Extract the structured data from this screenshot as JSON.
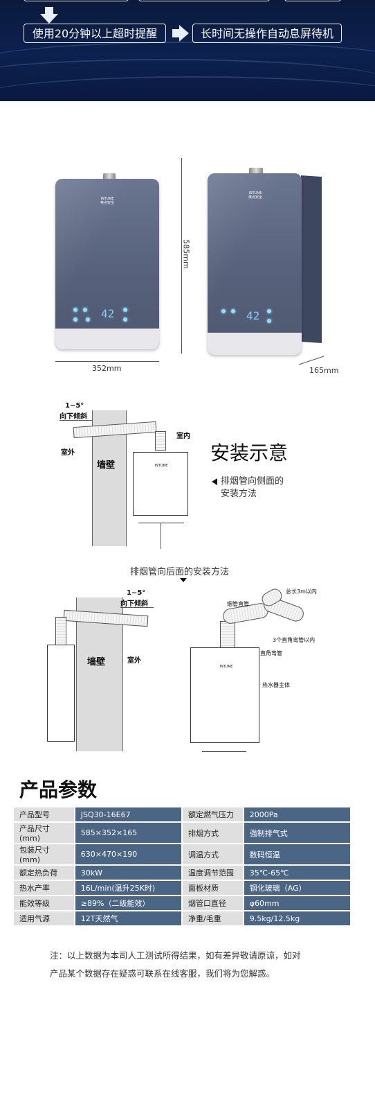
{
  "banner": {
    "left_text": "使用20分钟以上超时提醒",
    "right_text": "长时间无操作自动息屏待机"
  },
  "product": {
    "brand": "INTUNE",
    "brand_sub": "英点安全",
    "display_digits": "42",
    "height_label": "585mm",
    "width_label": "352mm",
    "depth_label": "165mm"
  },
  "install_side": {
    "title": "安装示意",
    "slope_line1": "1~5°",
    "slope_line2": "向下倾斜",
    "indoor": "室内",
    "outdoor": "室外",
    "wall": "墙壁",
    "subtitle_line1": "排烟管向侧面的",
    "subtitle_line2": "安装方法"
  },
  "install_back": {
    "title": "排烟管向后面的安装方法",
    "slope_line1": "1~5°",
    "slope_line2": "向下倾斜",
    "wall": "墙壁",
    "outdoor": "室外",
    "flue_straight": "烟管直管",
    "total_length": "总长3m以内",
    "elbow_count": "3个直角弯管以内",
    "elbow": "直角弯管",
    "heater_body": "热水器主体"
  },
  "params": {
    "title": "产品参数",
    "rows": [
      [
        "产品型号",
        "JSQ30-16E67",
        "额定燃气压力",
        "2000Pa"
      ],
      [
        "产品尺寸(mm)",
        "585×352×165",
        "排烟方式",
        "强制排气式"
      ],
      [
        "包装尺寸(mm)",
        "630×470×190",
        "调温方式",
        "数码恒温"
      ],
      [
        "额定热负荷",
        "30kW",
        "温度调节范围",
        "35℃-65℃"
      ],
      [
        "热水产率",
        "16L/min(温升25K时)",
        "面板材质",
        "钢化玻璃（AG）"
      ],
      [
        "能效等级",
        "≥89%（二级能效）",
        "烟管口直径",
        "φ60mm"
      ],
      [
        "适用气源",
        "12T天然气",
        "净重/毛重",
        "9.5kg/12.5kg"
      ]
    ]
  },
  "note": {
    "line1": "注：以上数据为本司人工测试所得结果，如有差异敬请原谅，如对",
    "line2": "产品某个数据存在疑惑可联系在线客服，我们将为您解惑。"
  }
}
